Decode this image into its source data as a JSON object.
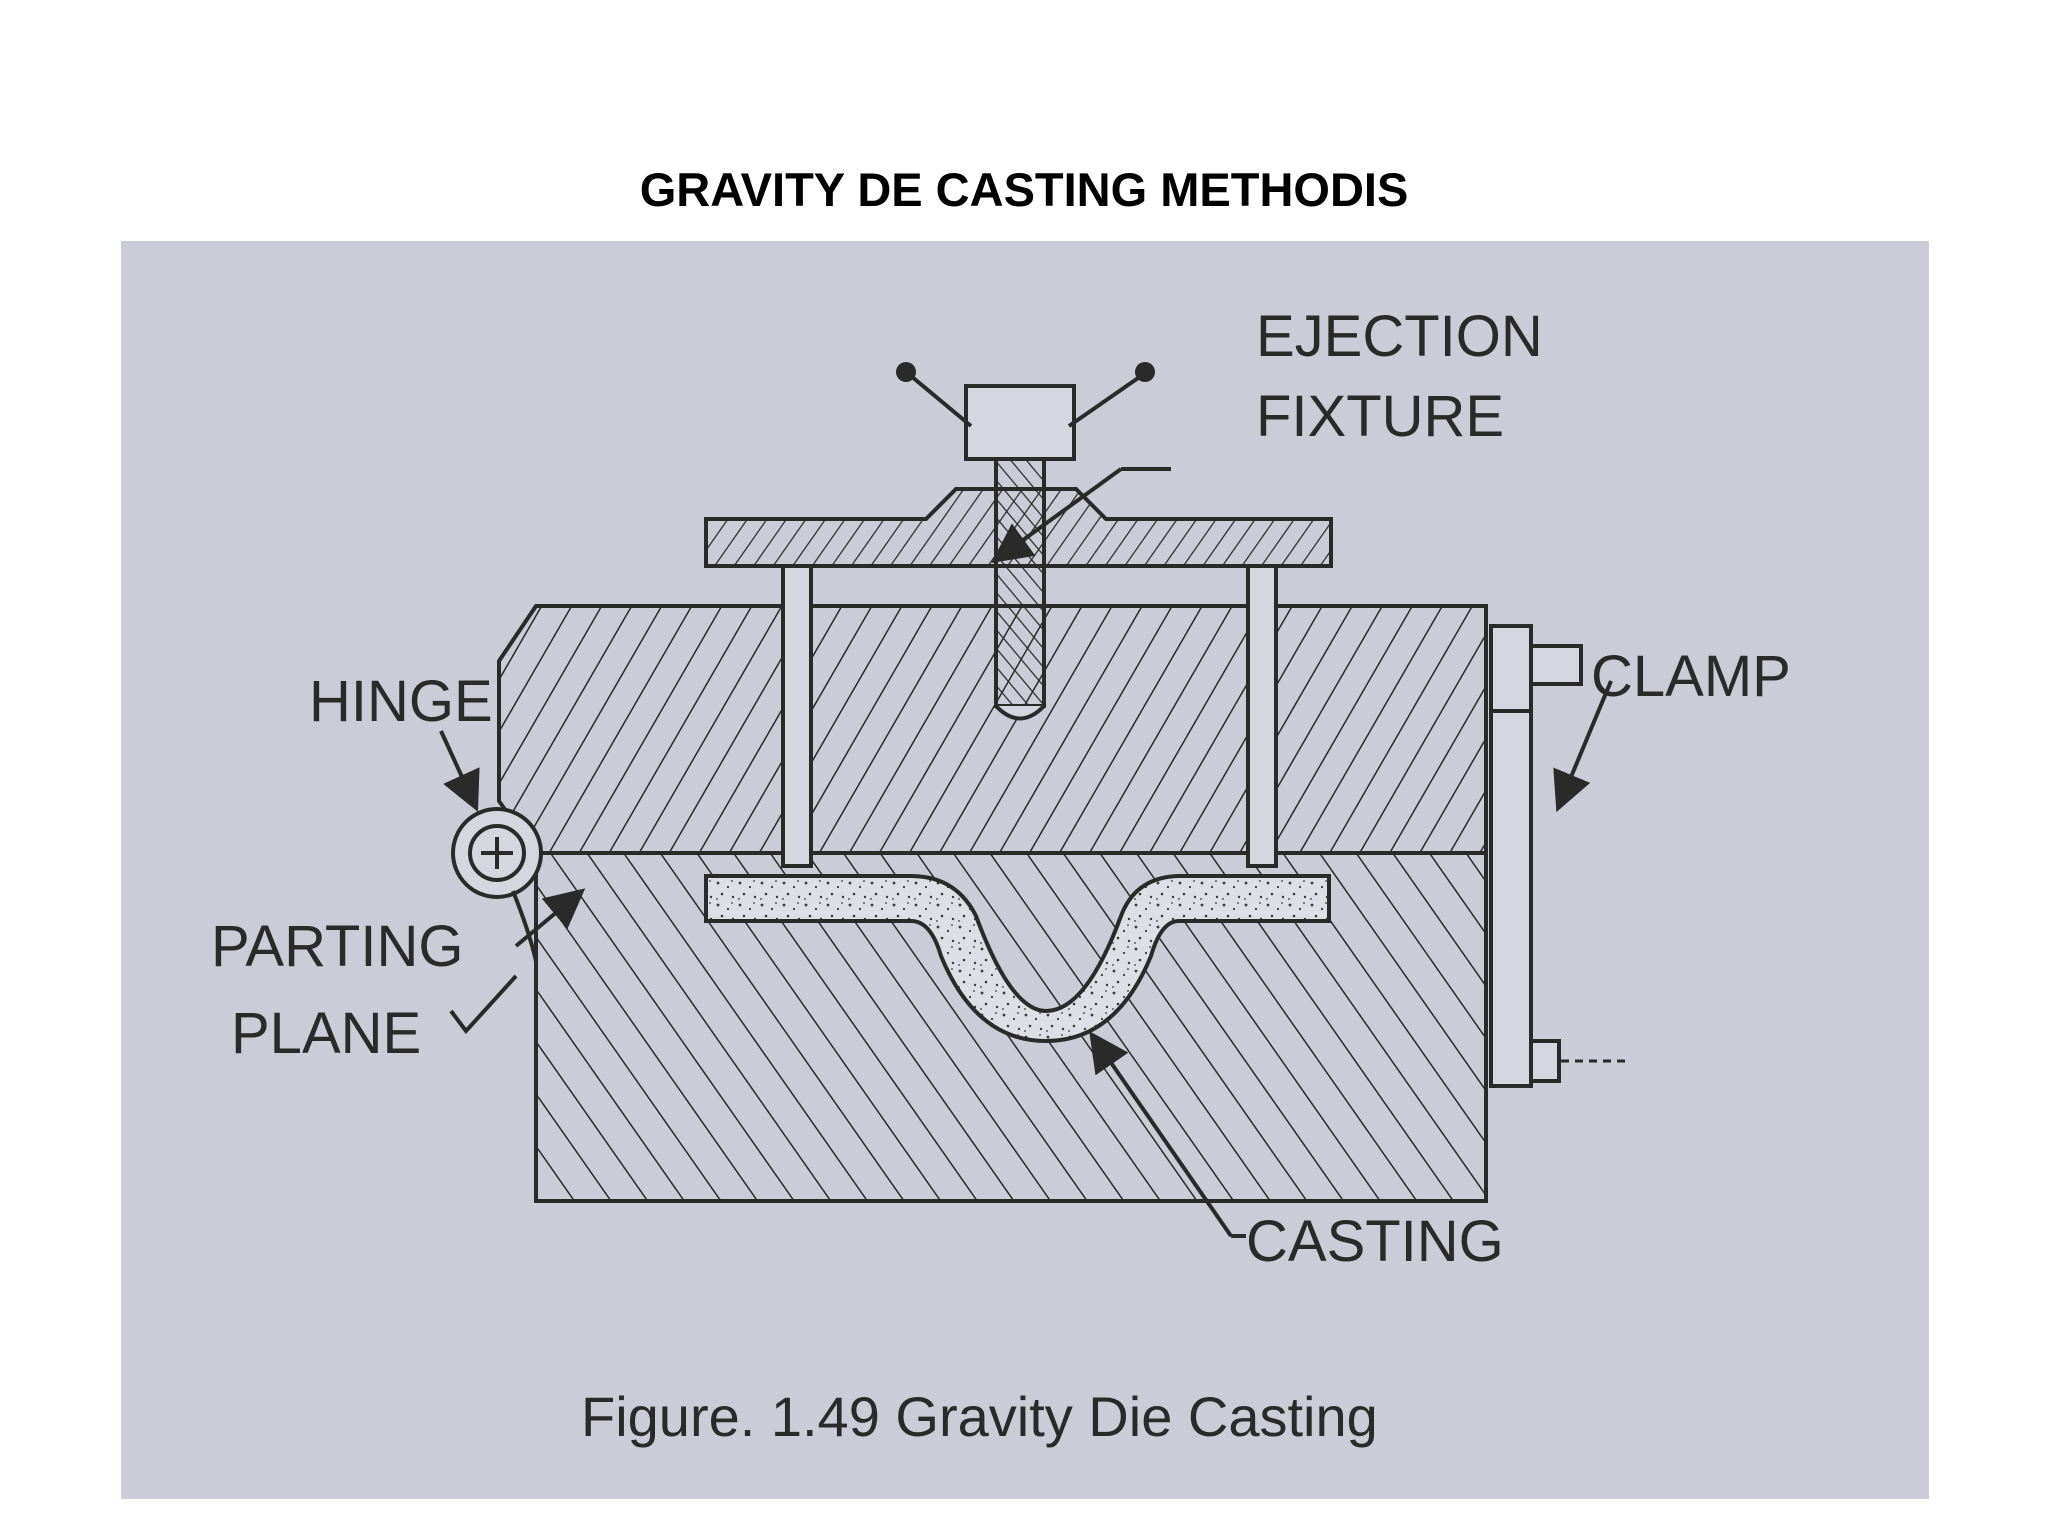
{
  "page": {
    "title": "GRAVITY DE CASTING METHODIS"
  },
  "figure": {
    "labels": {
      "ejection_line1": "EJECTION",
      "ejection_line2": "FIXTURE",
      "clamp": "CLAMP",
      "hinge": "HINGE",
      "parting_line1": "PARTING",
      "parting_line2": "PLANE",
      "casting": "CASTING"
    },
    "caption": "Figure. 1.49 Gravity Die Casting"
  },
  "colors": {
    "panel_background": "#ccccd8",
    "line_ink": "#2a2a2a",
    "title_ink": "#000000"
  }
}
